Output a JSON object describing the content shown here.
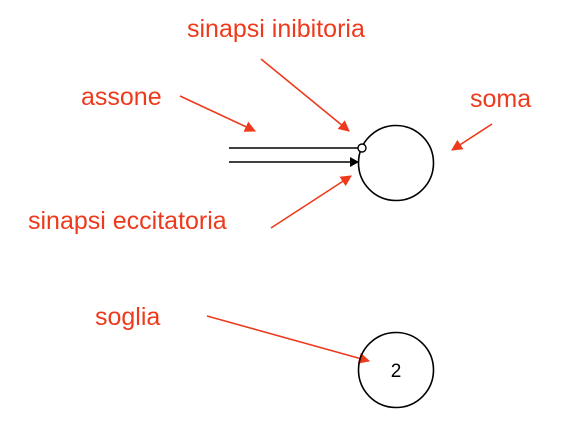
{
  "labels": {
    "inhibitory_synapse": "sinapsi inibitoria",
    "axon": "assone",
    "soma": "soma",
    "excitatory_synapse": "sinapsi eccitatoria",
    "threshold": "soglia"
  },
  "threshold_value": "2",
  "colors": {
    "label": "#ee3a1c",
    "diagram": "#000000"
  }
}
